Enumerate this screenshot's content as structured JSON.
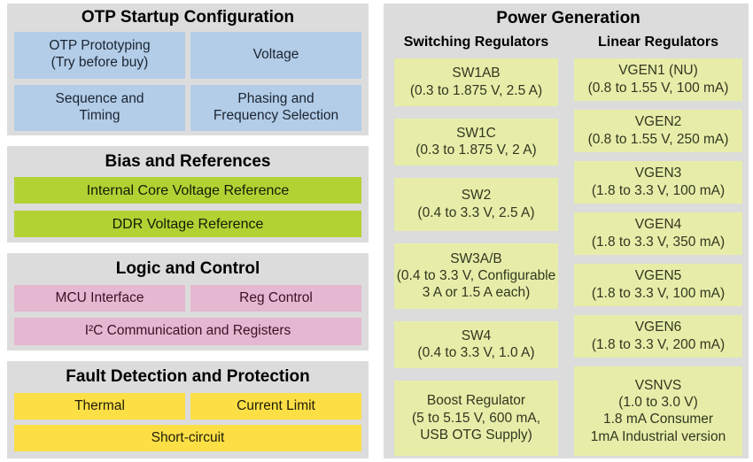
{
  "colors": {
    "page-bg": "#ffffff",
    "panel-bg": "#dcdcdc",
    "title-text": "#000000",
    "blue": "#b3cde8",
    "blue-text": "#1b2430",
    "green": "#b2d234",
    "green-text": "#151a05",
    "pink": "#e5b7d0",
    "pink-text": "#3a1228",
    "yellow": "#fcdf45",
    "yellow-text": "#201c0a",
    "pale": "#e7eda9",
    "box-text": "#33361f"
  },
  "otp": {
    "title": "OTP Startup Configuration",
    "boxes": [
      {
        "label": "OTP Prototyping\n(Try before buy)"
      },
      {
        "label": "Voltage"
      },
      {
        "label": "Sequence and\nTiming"
      },
      {
        "label": "Phasing and\nFrequency Selection"
      }
    ]
  },
  "bias": {
    "title": "Bias and References",
    "boxes": [
      {
        "label": "Internal Core Voltage Reference"
      },
      {
        "label": "DDR Voltage Reference"
      }
    ]
  },
  "logic": {
    "title": "Logic and Control",
    "boxes": [
      {
        "label": "MCU Interface"
      },
      {
        "label": "Reg Control"
      },
      {
        "label": "I²C Communication and Registers"
      }
    ]
  },
  "fault": {
    "title": "Fault Detection and Protection",
    "boxes": [
      {
        "label": "Thermal"
      },
      {
        "label": "Current Limit"
      },
      {
        "label": "Short-circuit"
      }
    ]
  },
  "power": {
    "title": "Power Generation",
    "switching": {
      "header": "Switching Regulators",
      "boxes": [
        {
          "name": "SW1AB",
          "spec": "(0.3 to 1.875 V, 2.5 A)"
        },
        {
          "name": "SW1C",
          "spec": "(0.3 to 1.875 V, 2 A)"
        },
        {
          "name": "SW2",
          "spec": "(0.4 to 3.3 V, 2.5 A)"
        },
        {
          "name": "SW3A/B",
          "spec": "(0.4 to 3.3 V, Configurable\n3 A or 1.5 A each)"
        },
        {
          "name": "SW4",
          "spec": "(0.4 to 3.3 V, 1.0 A)"
        },
        {
          "name": "Boost Regulator",
          "spec": "(5 to 5.15 V, 600 mA,\nUSB OTG Supply)"
        }
      ]
    },
    "linear": {
      "header": "Linear Regulators",
      "boxes": [
        {
          "name": "VGEN1 (NU)",
          "spec": "(0.8 to 1.55 V, 100 mA)"
        },
        {
          "name": "VGEN2",
          "spec": "(0.8 to 1.55 V, 250 mA)"
        },
        {
          "name": "VGEN3",
          "spec": "(1.8 to 3.3 V, 100 mA)"
        },
        {
          "name": "VGEN4",
          "spec": "(1.8 to 3.3 V, 350 mA)"
        },
        {
          "name": "VGEN5",
          "spec": "(1.8 to 3.3 V, 100 mA)"
        },
        {
          "name": "VGEN6",
          "spec": "(1.8 to 3.3 V, 200 mA)"
        },
        {
          "name": "VSNVS",
          "spec": "(1.0 to 3.0 V)",
          "note1": "1.8 mA Consumer",
          "note2": "1mA Industrial version"
        }
      ]
    }
  }
}
